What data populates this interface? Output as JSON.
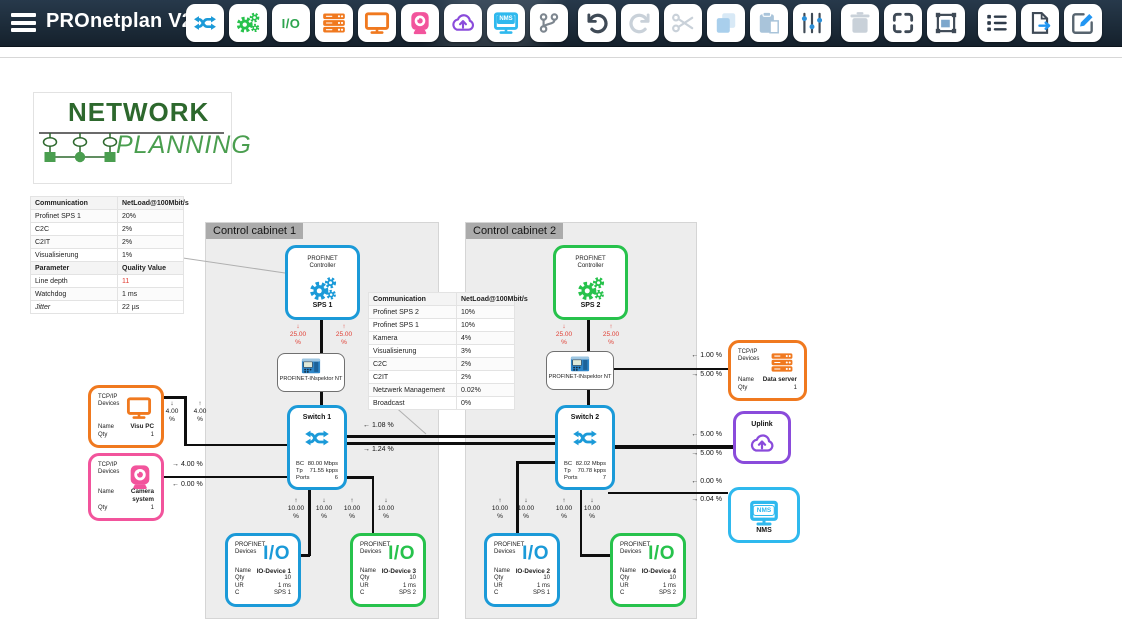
{
  "app": {
    "title": "PROnetplan V2"
  },
  "colors": {
    "blue": "#1b9ad8",
    "green": "#27c24c",
    "orange": "#f0791f",
    "pink": "#f2549c",
    "purple": "#8a4bdb",
    "cyan": "#2fb9ee",
    "red": "#e03c31"
  },
  "toolbar": {
    "io_label": "I/O",
    "nms_label": "NMS",
    "buttons": [
      {
        "name": "add-switch",
        "icon": "shuffle-icon",
        "color": "#1b9ad8",
        "enabled": true
      },
      {
        "name": "add-controller",
        "icon": "gears-icon",
        "color": "#27c24c",
        "enabled": true
      },
      {
        "name": "add-io-device",
        "icon": "io-text-icon",
        "color": "#2da44e",
        "enabled": true
      },
      {
        "name": "add-server",
        "icon": "server-icon",
        "color": "#f0791f",
        "enabled": true
      },
      {
        "name": "add-pc",
        "icon": "monitor-icon",
        "color": "#f0791f",
        "enabled": true
      },
      {
        "name": "add-camera",
        "icon": "webcam-icon",
        "color": "#f2549c",
        "enabled": true
      },
      {
        "name": "add-uplink",
        "icon": "cloud-upload-icon",
        "color": "#8a4bdb",
        "enabled": true
      },
      {
        "name": "add-nms",
        "icon": "nms-monitor-icon",
        "color": "#2fb9ee",
        "enabled": true
      },
      {
        "name": "add-connection",
        "icon": "branch-icon",
        "color": "#7d868f",
        "enabled": true
      },
      {
        "name": "undo",
        "icon": "undo-icon",
        "color": "#3f4a56",
        "enabled": true
      },
      {
        "name": "redo",
        "icon": "redo-icon",
        "color": "#c9d1d9",
        "enabled": false
      },
      {
        "name": "cut",
        "icon": "scissors-icon",
        "color": "#c9d1d9",
        "enabled": false
      },
      {
        "name": "copy",
        "icon": "copy-icon",
        "color": "#a9cfec",
        "enabled": false
      },
      {
        "name": "paste",
        "icon": "paste-icon",
        "color": "#a9c4da",
        "enabled": false
      },
      {
        "name": "properties",
        "icon": "sliders-icon",
        "color": "#3f4a56",
        "enabled": true
      },
      {
        "name": "delete",
        "icon": "trash-icon",
        "color": "#c9d1d9",
        "enabled": false
      },
      {
        "name": "select-area",
        "icon": "selection-brackets-icon",
        "color": "#3f4a56",
        "enabled": true
      },
      {
        "name": "fit-frame",
        "icon": "frame-icon",
        "color": "#3f4a56",
        "enabled": true
      },
      {
        "name": "report-list",
        "icon": "list-icon",
        "color": "#2f3b4a",
        "enabled": true
      },
      {
        "name": "export",
        "icon": "document-export-icon",
        "color": "#3f4a56",
        "enabled": true
      },
      {
        "name": "edit",
        "icon": "pencil-icon",
        "color": "#2196f3",
        "enabled": true
      }
    ]
  },
  "logo": {
    "line1": "NETWORK",
    "line2": "PLANNING"
  },
  "left_table": {
    "sections": [
      {
        "header": [
          "Communication",
          "NetLoad@100Mbit/s"
        ],
        "rows": [
          [
            "Profinet SPS 1",
            "20%"
          ],
          [
            "C2C",
            "2%"
          ],
          [
            "C2IT",
            "2%"
          ],
          [
            "Visualisierung",
            "1%"
          ]
        ]
      },
      {
        "header": [
          "Parameter",
          "Quality Value"
        ],
        "rows": [
          [
            "Line depth",
            "11"
          ],
          [
            "Watchdog",
            "1 ms"
          ],
          [
            "Jitter",
            "22 µs"
          ]
        ]
      }
    ]
  },
  "mid_table": {
    "header": [
      "Communication",
      "NetLoad@100Mbit/s"
    ],
    "rows": [
      [
        "Profinet SPS 2",
        "10%"
      ],
      [
        "Profinet SPS 1",
        "10%"
      ],
      [
        "Kamera",
        "4%"
      ],
      [
        "Visualisierung",
        "3%"
      ],
      [
        "C2C",
        "2%"
      ],
      [
        "C2IT",
        "2%"
      ],
      [
        "Netzwerk Management",
        "0.02%"
      ],
      [
        "Broadcast",
        "0%"
      ]
    ]
  },
  "cabinets": [
    {
      "label": "Control cabinet 1"
    },
    {
      "label": "Control cabinet 2"
    }
  ],
  "nodes": {
    "sps1": {
      "type": "PROFINET\nController",
      "name": "SPS 1"
    },
    "sps2": {
      "type": "PROFINET\nController",
      "name": "SPS 2"
    },
    "inspektor1": {
      "label": "PROFINET-INspektor NT"
    },
    "inspektor2": {
      "label": "PROFINET-INspektor NT"
    },
    "switch1": {
      "title": "Switch 1",
      "rows": [
        [
          "BC",
          "80.00 Mbps"
        ],
        [
          "Tp",
          "71.55 kpps"
        ],
        [
          "Ports",
          "6"
        ]
      ]
    },
    "switch2": {
      "title": "Switch 2",
      "rows": [
        [
          "BC",
          "82.02 Mbps"
        ],
        [
          "Tp",
          "70.78 kpps"
        ],
        [
          "Ports",
          "7"
        ]
      ]
    },
    "visu_pc": {
      "type": "TCP/IP\nDevices",
      "rows": [
        [
          "Name",
          "Visu PC"
        ],
        [
          "Qty",
          "1"
        ]
      ]
    },
    "camera": {
      "type": "TCP/IP\nDevices",
      "rows": [
        [
          "Name",
          "Camera\nsystem"
        ],
        [
          "Qty",
          "1"
        ]
      ]
    },
    "data_server": {
      "type": "TCP/IP\nDevices",
      "rows": [
        [
          "Name",
          "Data server"
        ],
        [
          "Qty",
          "1"
        ]
      ]
    },
    "uplink": {
      "title": "Uplink"
    },
    "nms": {
      "title": "NMS",
      "screen_label": "NMS"
    },
    "io1": {
      "type": "PROFINET\nDevices",
      "io_label": "I/O",
      "rows": [
        [
          "Name",
          "IO-Device 1"
        ],
        [
          "Qty",
          "10"
        ],
        [
          "UR",
          "1 ms"
        ],
        [
          "C",
          "SPS 1"
        ]
      ]
    },
    "io3": {
      "type": "PROFINET\nDevices",
      "io_label": "I/O",
      "rows": [
        [
          "Name",
          "IO-Device 3"
        ],
        [
          "Qty",
          "10"
        ],
        [
          "UR",
          "1 ms"
        ],
        [
          "C",
          "SPS 2"
        ]
      ]
    },
    "io2": {
      "type": "PROFINET\nDevices",
      "io_label": "I/O",
      "rows": [
        [
          "Name",
          "IO-Device 2"
        ],
        [
          "Qty",
          "10"
        ],
        [
          "UR",
          "1 ms"
        ],
        [
          "C",
          "SPS 1"
        ]
      ]
    },
    "io4": {
      "type": "PROFINET\nDevices",
      "io_label": "I/O",
      "rows": [
        [
          "Name",
          "IO-Device 4"
        ],
        [
          "Qty",
          "10"
        ],
        [
          "UR",
          "1 ms"
        ],
        [
          "C",
          "SPS 2"
        ]
      ]
    }
  },
  "links": {
    "sps1_down": "↓\n25.00\n%",
    "sps1_up": "↑\n25.00\n%",
    "sps2_down": "↓\n25.00\n%",
    "sps2_up": "↑\n25.00\n%",
    "visu_down": "↓\n4.00\n%",
    "visu_up": "↑\n4.00\n%",
    "camera_tx": "→ 4.00 %",
    "camera_rx": "← 0.00 %",
    "trunk_rx": "← 1.08 %",
    "trunk_tx": "→ 1.24 %",
    "io1_up": "↑\n10.00\n%",
    "io1_down": "↓\n10.00\n%",
    "io3_up": "↑\n10.00\n%",
    "io3_down": "↓\n10.00\n%",
    "io2_up": "↑\n10.00\n%",
    "io2_down": "↓\n10.00\n%",
    "io4_up": "↑\n10.00\n%",
    "io4_down": "↓\n10.00\n%",
    "dataserver_rx": "← 1.00 %",
    "dataserver_tx": "→ 5.00 %",
    "uplink_rx": "← 5.00 %",
    "uplink_tx": "→ 5.00 %",
    "nms_rx": "← 0.00 %",
    "nms_tx": "→ 0.04 %"
  }
}
